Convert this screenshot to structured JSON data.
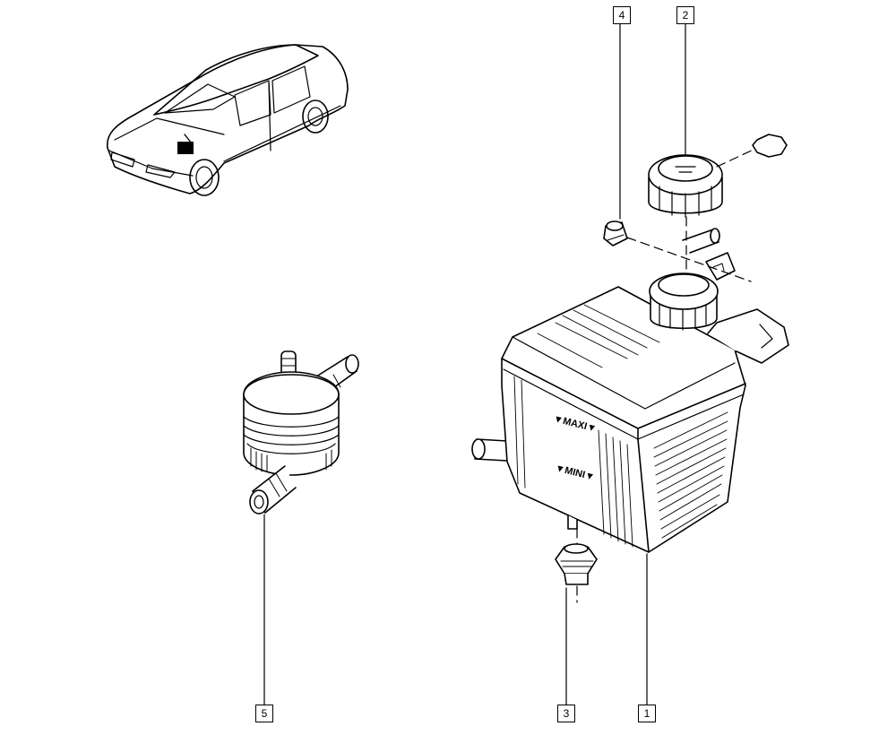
{
  "diagram": {
    "callouts": [
      {
        "id": "c1",
        "label": "1"
      },
      {
        "id": "c2",
        "label": "2"
      },
      {
        "id": "c3",
        "label": "3"
      },
      {
        "id": "c4",
        "label": "4"
      },
      {
        "id": "c5",
        "label": "5"
      }
    ],
    "tank_marks": {
      "maxi": "▼MAXI▼",
      "mini": "▼MINI▼"
    }
  }
}
